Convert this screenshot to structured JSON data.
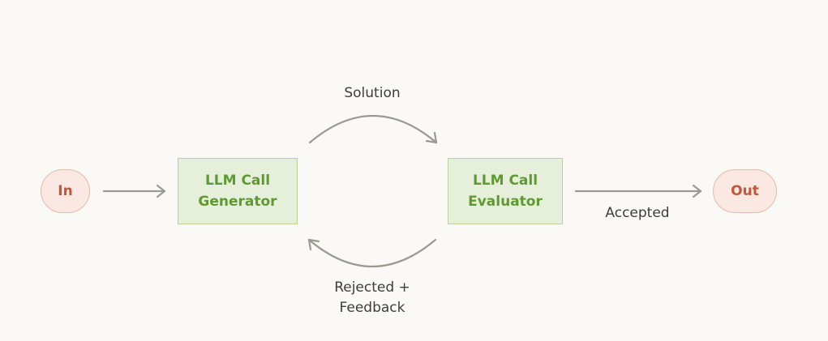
{
  "nodes": {
    "input": {
      "label": "In"
    },
    "generator": {
      "line1": "LLM Call",
      "line2": "Generator"
    },
    "evaluator": {
      "line1": "LLM Call",
      "line2": "Evaluator"
    },
    "output": {
      "label": "Out"
    }
  },
  "edges": {
    "solution": {
      "label": "Solution"
    },
    "feedback": {
      "line1": "Rejected +",
      "line2": "Feedback"
    },
    "accepted": {
      "label": "Accepted"
    }
  },
  "colors": {
    "background": "#faf9f5",
    "io_fill": "#fbe8e2",
    "io_text": "#c4563a",
    "llm_fill": "#e6efd9",
    "llm_text": "#5e9a32",
    "arrow": "#9a9a92"
  }
}
